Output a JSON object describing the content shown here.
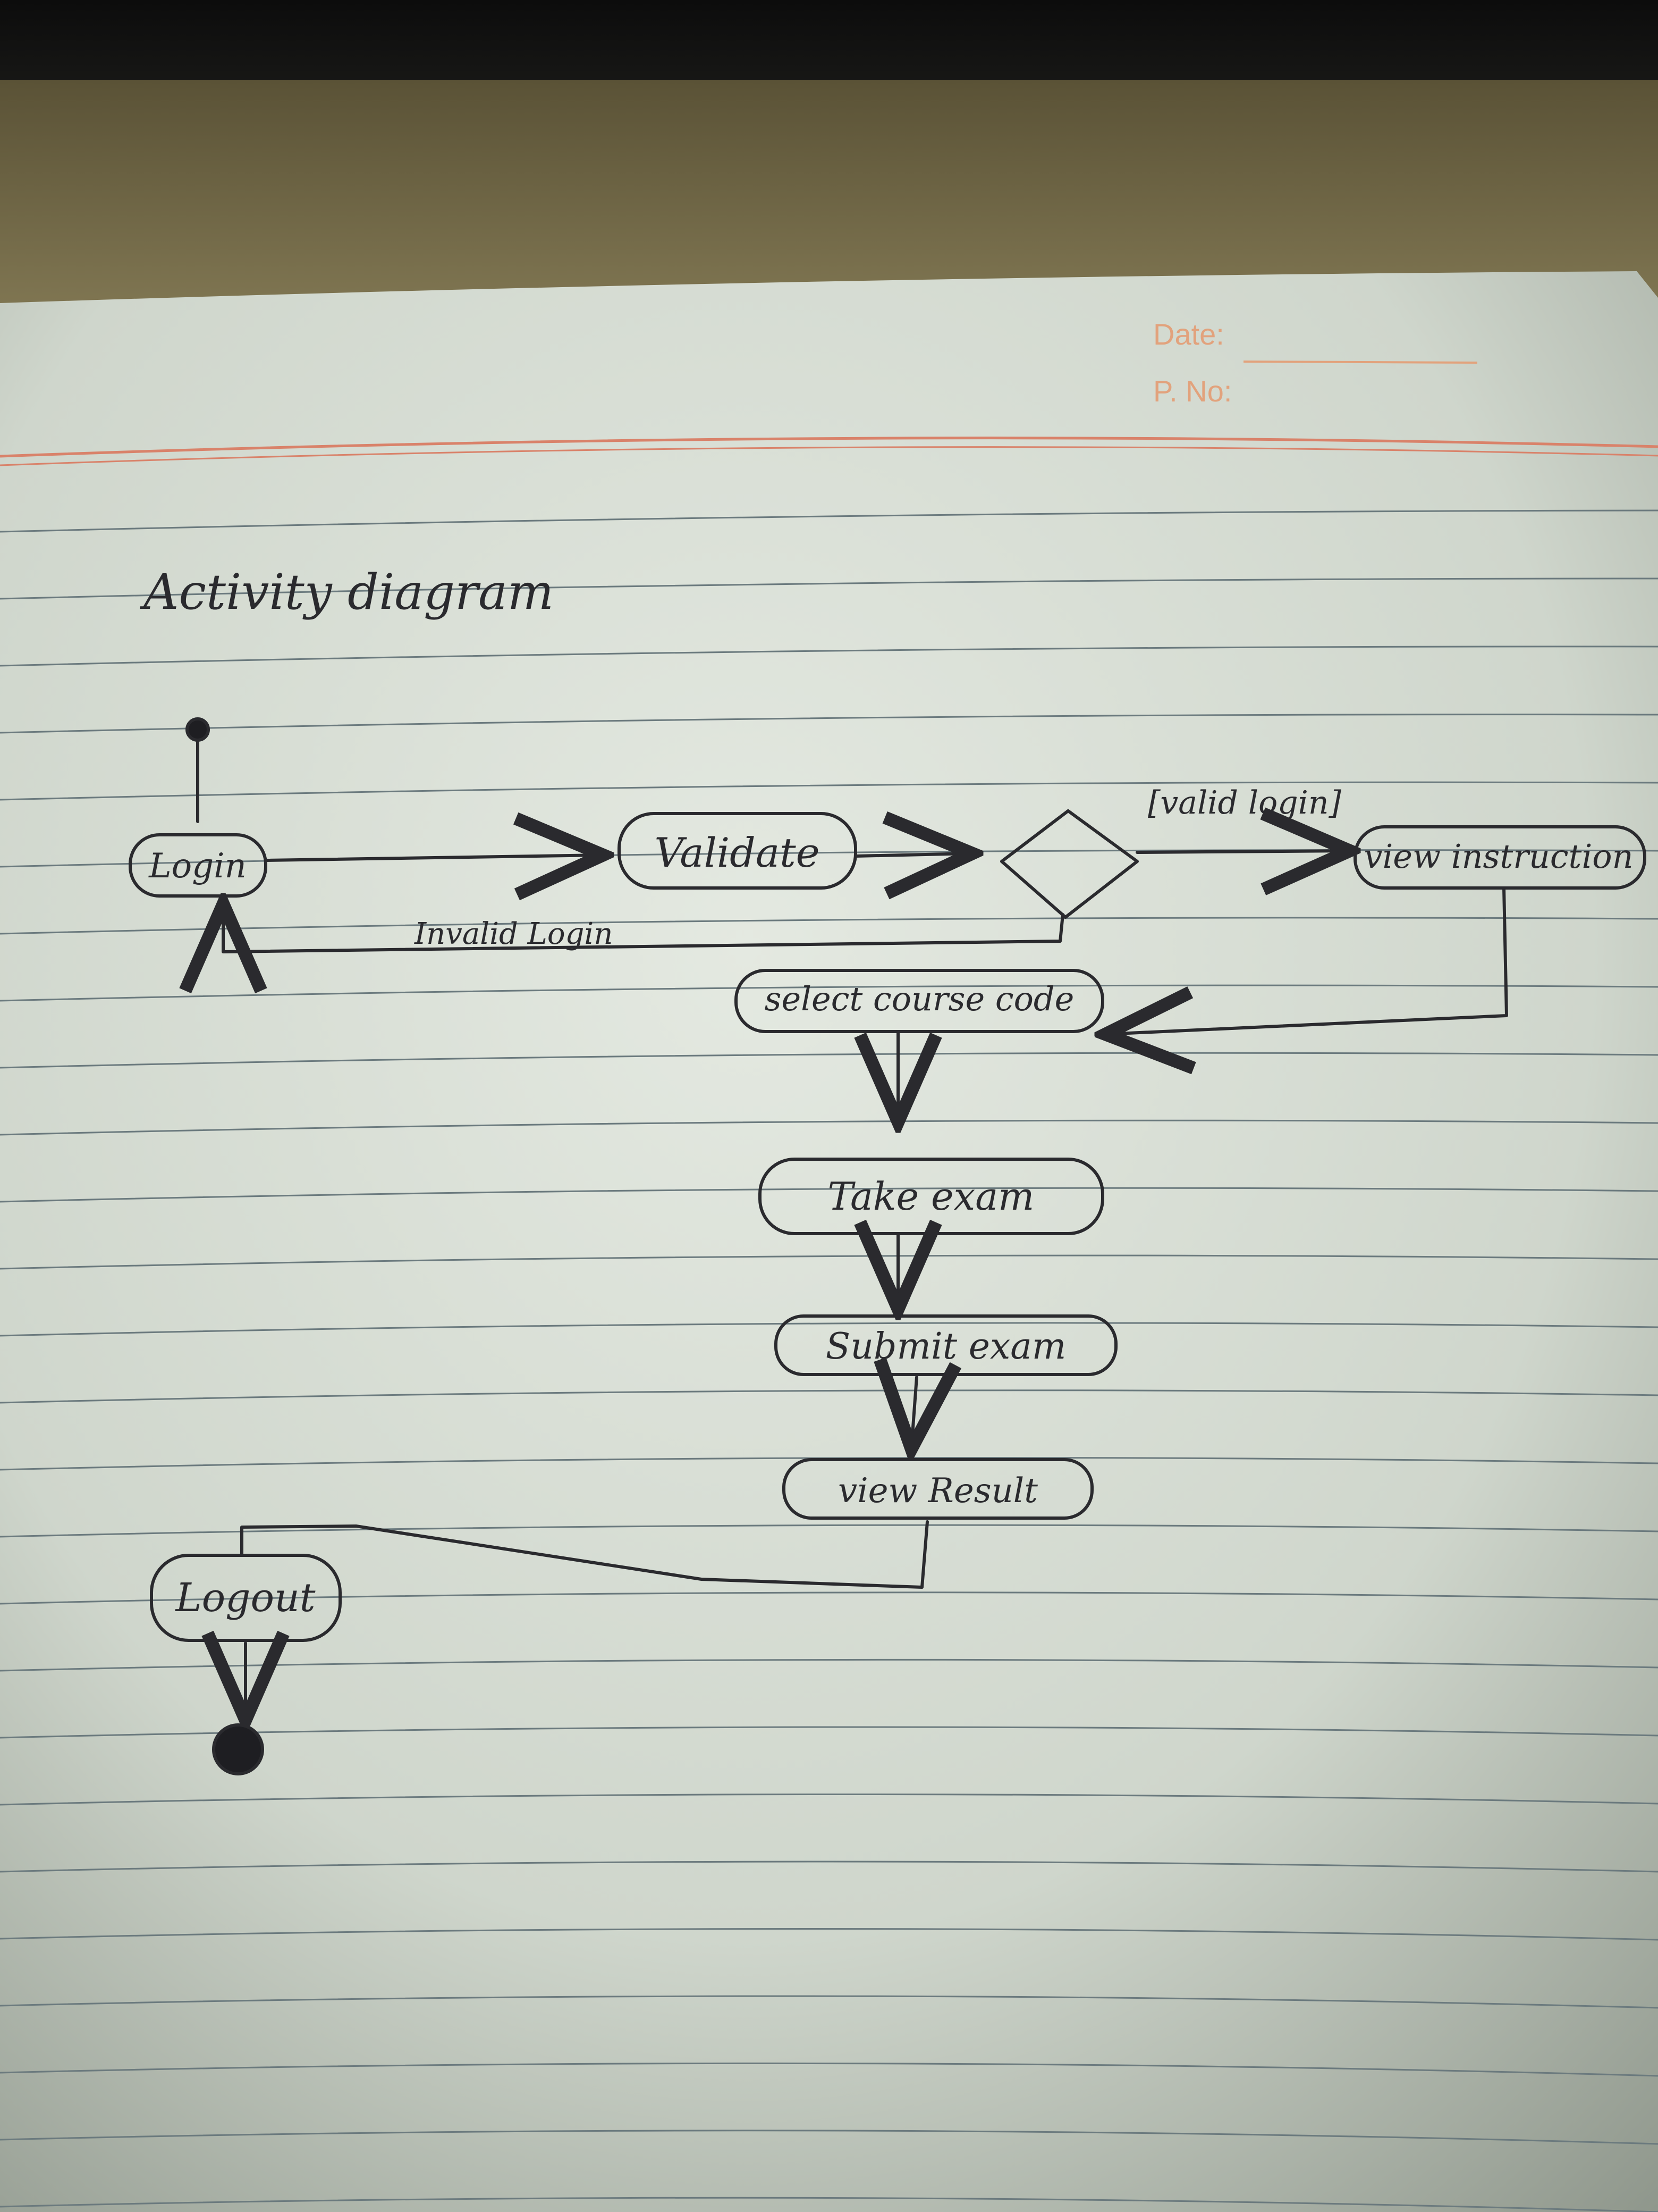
{
  "page": {
    "header": {
      "date_label": "Date:",
      "page_no_label": "P. No:"
    }
  },
  "diagram": {
    "title": "Activity diagram",
    "nodes": {
      "login": "Login",
      "validate": "Validate",
      "view_instruction": "view instruction",
      "select_course_code": "select course code",
      "take_exam": "Take exam",
      "submit_exam": "Submit exam",
      "view_result": "view Result",
      "logout": "Logout"
    },
    "edge_labels": {
      "valid_login": "[valid login]",
      "invalid_login": "Invalid Login"
    }
  },
  "colors": {
    "paper": "#d6dcd4",
    "ink": "#2a2a2e",
    "rule_line": "#6b7a7e",
    "header_orange": "#e2a27c",
    "margin_red": "#d9826a"
  }
}
